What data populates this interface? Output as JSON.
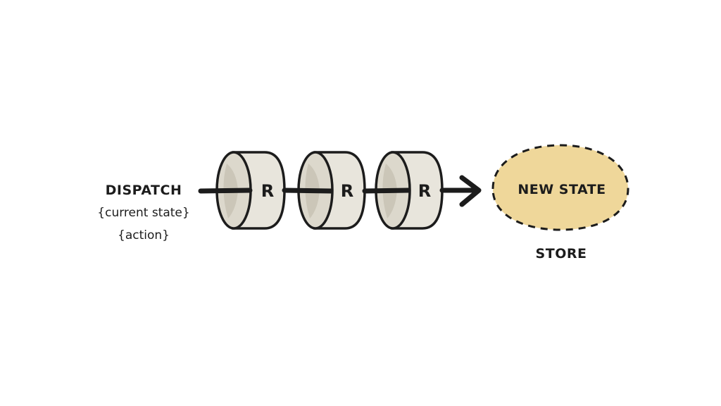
{
  "diagram": {
    "dispatch": {
      "title": "DISPATCH",
      "line1": "{current state}",
      "line2": "{action}"
    },
    "reducers": [
      {
        "label": "R"
      },
      {
        "label": "R"
      },
      {
        "label": "R"
      }
    ],
    "new_state": "NEW STATE",
    "store": "STORE",
    "colors": {
      "ink": "#1c1c1c",
      "reducer_face": "#dcd8cc",
      "reducer_body": "#e8e5dc",
      "reducer_shade": "#cbc6b8",
      "new_state_fill": "#efd79a"
    }
  }
}
